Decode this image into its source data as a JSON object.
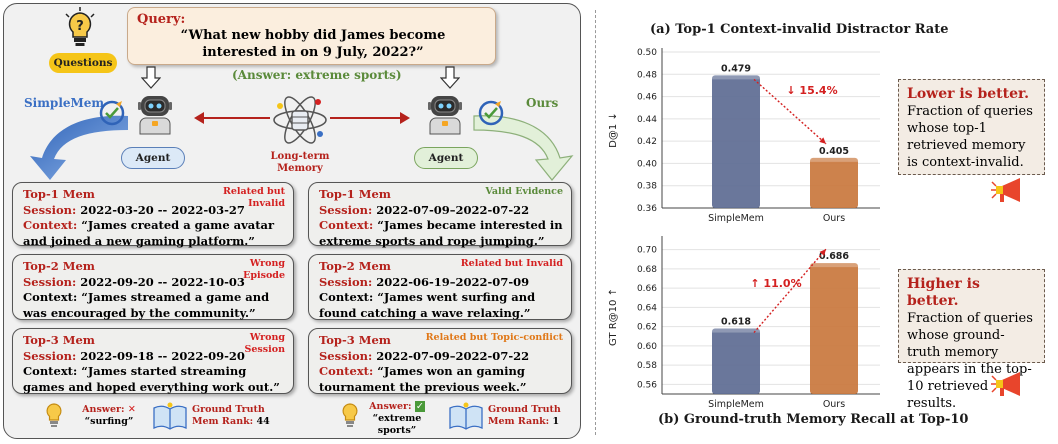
{
  "query": {
    "label": "Query:",
    "text": "“What new hobby did James become interested in on 9 July, 2022?”",
    "answer_hint": "(Answer: extreme sports)"
  },
  "questions_label": "Questions",
  "agent_label": "Agent",
  "memory_label": "Long-term Memory",
  "systems": {
    "left": "SimpleMem",
    "right": "Ours"
  },
  "left_mems": [
    {
      "title": "Top-1 Mem",
      "tag": "Related but Invalid",
      "tag_color": "#d42020",
      "session_label": "Session:",
      "session": " 2022-03-20 -- 2022-03-27",
      "context_label": "Context:",
      "context": " “James created a game avatar and joined a new gaming platform.”"
    },
    {
      "title": "Top-2 Mem",
      "tag": "Wrong Episode",
      "tag_color": "#d42020",
      "session_label": "Session:",
      "session": " 2022-09-20 -- 2022-10-03",
      "context_label": "Context:",
      "context": " “James streamed a game and was encouraged by the community.”"
    },
    {
      "title": "Top-3 Mem",
      "tag": "Wrong Session",
      "tag_color": "#d42020",
      "session_label": "Session:",
      "session": " 2022-09-18 -- 2022-09-20",
      "context_label": "Context:",
      "context": " “James started streaming games and hoped everything work out.”"
    }
  ],
  "right_mems": [
    {
      "title": "Top-1 Mem",
      "tag": "Valid Evidence",
      "tag_color": "#5a8a3a",
      "session_label": "Session:",
      "session": " 2022-07-09–2022-07-22",
      "context_label": "Context:",
      "context": " “James became interested in extreme sports and rope jumping.”"
    },
    {
      "title": "Top-2 Mem",
      "tag": "Related but Invalid",
      "tag_color": "#d42020",
      "session_label": "Session:",
      "session": " 2022-06-19–2022-07-09",
      "context_label": "Context:",
      "context": " “James went surfing and found catching a wave relaxing.”"
    },
    {
      "title": "Top-3 Mem",
      "tag": "Related but Topic-conflict",
      "tag_color": "#e07818",
      "session_label": "Session:",
      "session": " 2022-07-09–2022-07-22",
      "context_label": "Context:",
      "context": " “James won an gaming tournament the previous week.”"
    }
  ],
  "left_answer": {
    "label": "Answer:",
    "mark": "✕",
    "value": "“surfing”",
    "gt_label": "Ground Truth",
    "rank_label": "Mem Rank:",
    "rank": "44"
  },
  "right_answer": {
    "label": "Answer:",
    "mark": "✓",
    "value": "“extreme sports”",
    "gt_label": "Ground Truth",
    "rank_label": "Mem Rank:",
    "rank": "1"
  },
  "colors": {
    "bar_left": "#5d6b93",
    "bar_right": "#c9773d",
    "accent_red": "#b5221c",
    "arrow_red": "#d42020",
    "pill_yellow": "#f5c518",
    "pill_blue": "#dce9f7",
    "pill_green": "#e2f0d9"
  },
  "chart_data": [
    {
      "type": "bar",
      "title": "(a) Top-1 Context-invalid Distractor Rate",
      "categories": [
        "SimpleMem",
        "Ours"
      ],
      "values": [
        0.479,
        0.405
      ],
      "value_labels": [
        "0.479",
        "0.405"
      ],
      "ylabel": "D@1 ↓",
      "ylim": [
        0.36,
        0.5
      ],
      "yticks": [
        "0.36",
        "0.38",
        "0.40",
        "0.42",
        "0.44",
        "0.46",
        "0.48",
        "0.50"
      ],
      "annotation": "↓ 15.4%",
      "callout_head": "Lower is better.",
      "callout_body": "Fraction of queries whose top-1 retrieved memory is context-invalid."
    },
    {
      "type": "bar",
      "title": "(b) Ground-truth Memory Recall at Top-10",
      "categories": [
        "SimpleMem",
        "Ours"
      ],
      "values": [
        0.618,
        0.686
      ],
      "value_labels": [
        "0.618",
        "0.686"
      ],
      "ylabel": "GT R@10 ↑",
      "ylim": [
        0.55,
        0.71
      ],
      "yticks": [
        "0.56",
        "0.58",
        "0.60",
        "0.62",
        "0.64",
        "0.66",
        "0.68",
        "0.70"
      ],
      "annotation": "↑ 11.0%",
      "callout_head": "Higher is better.",
      "callout_body": "Fraction of queries whose ground-truth memory appears in the top-10 retrieved results."
    }
  ]
}
